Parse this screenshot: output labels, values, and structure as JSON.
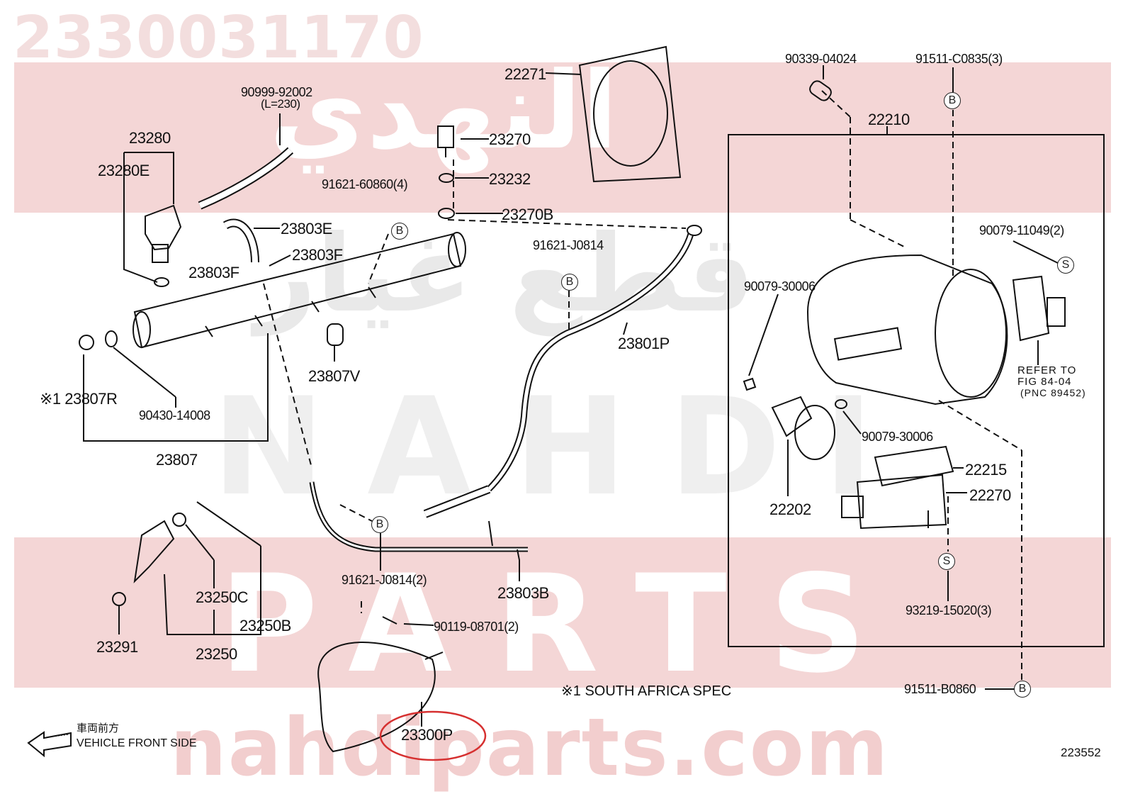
{
  "watermark": {
    "part_code": "2330031170",
    "site": "nahdiparts.com",
    "band_text_1": "NAHDI",
    "band_text_2": "PARTS",
    "arabic_1": "النهدي",
    "arabic_2": "قطع غيار",
    "colors": {
      "band": "#f4d6d6",
      "grey_text": "#efefef"
    }
  },
  "callouts": [
    {
      "id": "c-22271",
      "text": "22271"
    },
    {
      "id": "c-90999",
      "text": "90999-92002"
    },
    {
      "id": "c-l230",
      "text": "(L=230)"
    },
    {
      "id": "c-23280",
      "text": "23280"
    },
    {
      "id": "c-23280e",
      "text": "23280E"
    },
    {
      "id": "c-23270",
      "text": "23270"
    },
    {
      "id": "c-23232",
      "text": "23232"
    },
    {
      "id": "c-91621-60860",
      "text": "91621-60860(4)"
    },
    {
      "id": "c-23270b",
      "text": "23270B"
    },
    {
      "id": "c-23803e",
      "text": "23803E"
    },
    {
      "id": "c-23803f-a",
      "text": "23803F"
    },
    {
      "id": "c-23803f-b",
      "text": "23803F"
    },
    {
      "id": "c-91621-j0814",
      "text": "91621-J0814"
    },
    {
      "id": "c-23801p",
      "text": "23801P"
    },
    {
      "id": "c-23807v",
      "text": "23807V"
    },
    {
      "id": "c-23807r",
      "text": "※1 23807R"
    },
    {
      "id": "c-90430",
      "text": "90430-14008"
    },
    {
      "id": "c-23807",
      "text": "23807"
    },
    {
      "id": "c-23250c",
      "text": "23250C"
    },
    {
      "id": "c-23250b",
      "text": "23250B"
    },
    {
      "id": "c-23291",
      "text": "23291"
    },
    {
      "id": "c-23250",
      "text": "23250"
    },
    {
      "id": "c-91621-j0814-2",
      "text": "91621-J0814(2)"
    },
    {
      "id": "c-23803b",
      "text": "23803B"
    },
    {
      "id": "c-90119",
      "text": "90119-08701(2)"
    },
    {
      "id": "c-23300p",
      "text": "23300P"
    },
    {
      "id": "c-90339",
      "text": "90339-04024"
    },
    {
      "id": "c-91511-c0835",
      "text": "91511-C0835(3)"
    },
    {
      "id": "c-22210",
      "text": "22210"
    },
    {
      "id": "c-90079-11049",
      "text": "90079-11049(2)"
    },
    {
      "id": "c-90079-30006-a",
      "text": "90079-30006"
    },
    {
      "id": "c-90079-30006-b",
      "text": "90079-30006"
    },
    {
      "id": "c-22215",
      "text": "22215"
    },
    {
      "id": "c-22270",
      "text": "22270"
    },
    {
      "id": "c-22202",
      "text": "22202"
    },
    {
      "id": "c-93219",
      "text": "93219-15020(3)"
    },
    {
      "id": "c-91511-b0860",
      "text": "91511-B0860"
    }
  ],
  "refer": {
    "line1": "REFER TO",
    "line2": "FIG 84-04",
    "line3": "(PNC 89452)"
  },
  "markers": {
    "b": "B",
    "s": "S"
  },
  "notes": {
    "south_africa": "※1 SOUTH AFRICA SPEC",
    "front_jp": "車両前方",
    "front_en": "VEHICLE FRONT SIDE",
    "diagram_id": "223552"
  },
  "highlight": {
    "color": "#d63030",
    "target": "23300P"
  }
}
